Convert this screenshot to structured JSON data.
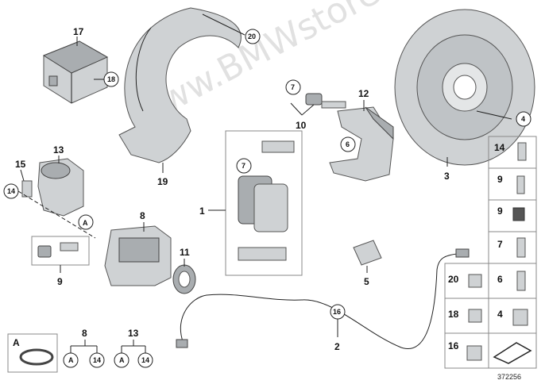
{
  "watermark": "www.BMWstore.pl",
  "diagram_number": "372256",
  "callouts": {
    "c1": "1",
    "c2": "2",
    "c3": "3",
    "c4": "4",
    "c5": "5",
    "c6": "6",
    "c7a": "7",
    "c7b": "7",
    "c8": "8",
    "c9": "9",
    "c10": "10",
    "c11": "11",
    "c12": "12",
    "c13": "13",
    "c15": "15",
    "c14": "14",
    "c16": "16",
    "c17": "17",
    "c18": "18",
    "c19": "19",
    "c20": "20",
    "cA": "A"
  },
  "sidebar": [
    "14",
    "9",
    "9",
    "7",
    "6",
    "20",
    "4",
    "18",
    "16"
  ],
  "inset_A": "A",
  "bottom_groups": [
    {
      "top": "8",
      "left": "A",
      "right": "14"
    },
    {
      "top": "13",
      "left": "A",
      "right": "14"
    }
  ]
}
